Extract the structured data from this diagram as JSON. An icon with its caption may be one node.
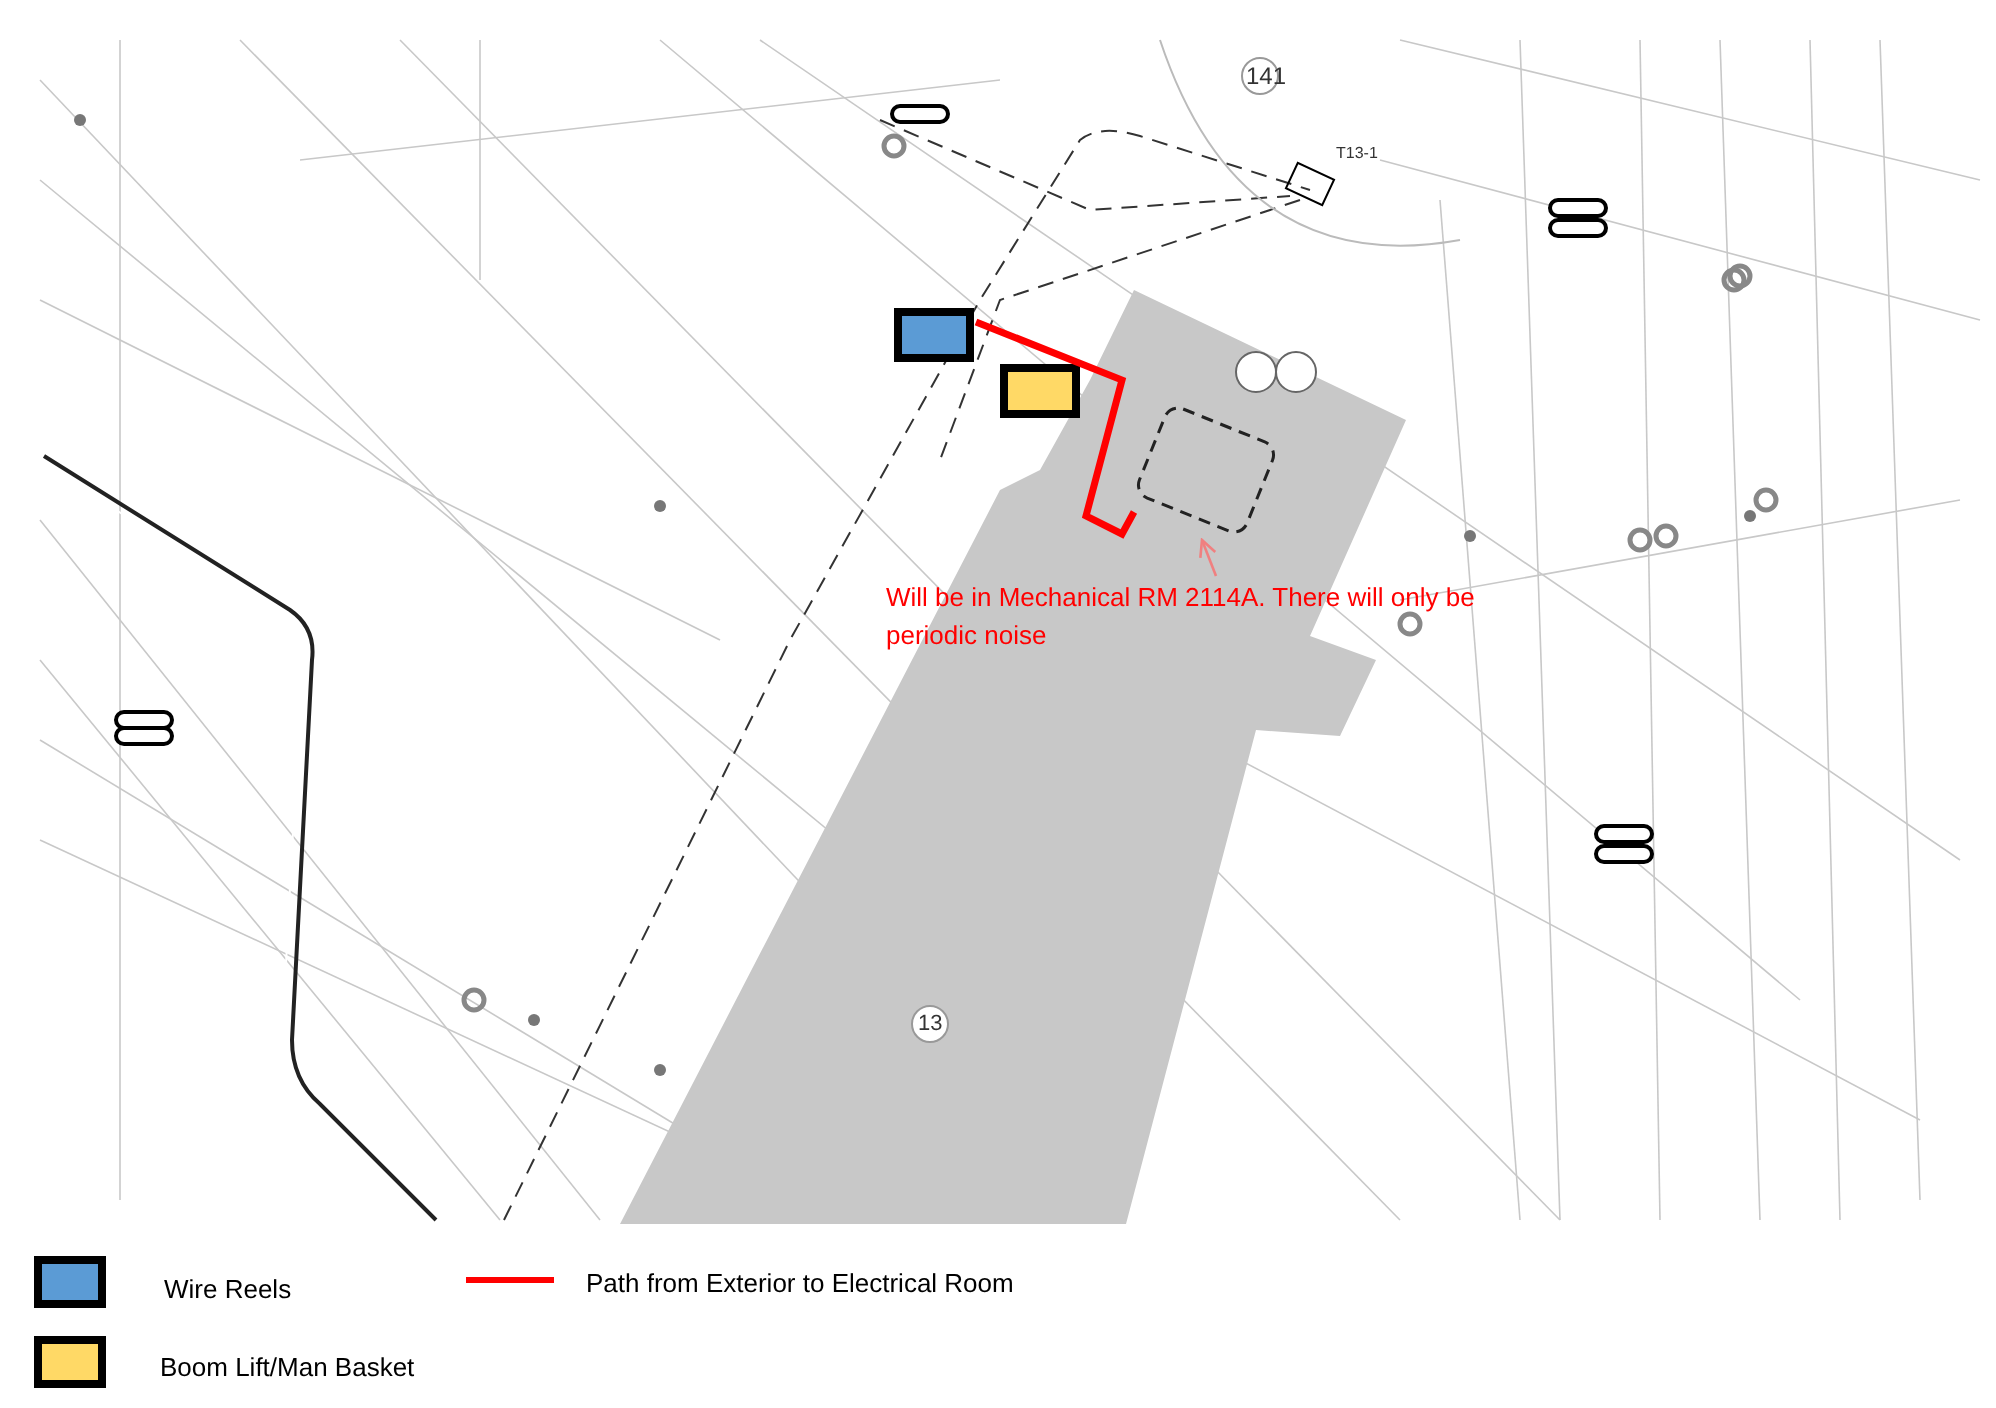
{
  "diagram": {
    "nodes": [
      {
        "text": [
          "Will be in Mechanical RM 2114A. There will only be periodic noise"
        ]
      },
      {
        "text": [],
        "shape": "box"
      },
      {
        "text": [],
        "shape": "box"
      },
      {
        "text": [],
        "shape": "box"
      }
    ],
    "edges": [
      {
        "from": 0,
        "to": 1,
        "arrow": "to",
        "color": "#f08080"
      },
      {
        "from": 2,
        "to": 1,
        "arrow": "none",
        "style": "thick",
        "color": "#ff0000"
      }
    ],
    "labels": [
      "141",
      "T13-1",
      "13"
    ],
    "legend": [
      {
        "text": "Wire Reels",
        "color": "#5b9bd5"
      },
      {
        "text": "Boom Lift/Man Basket",
        "color": "#ffd966"
      },
      {
        "text": "Path from Exterior to Electrical Room"
      }
    ]
  }
}
